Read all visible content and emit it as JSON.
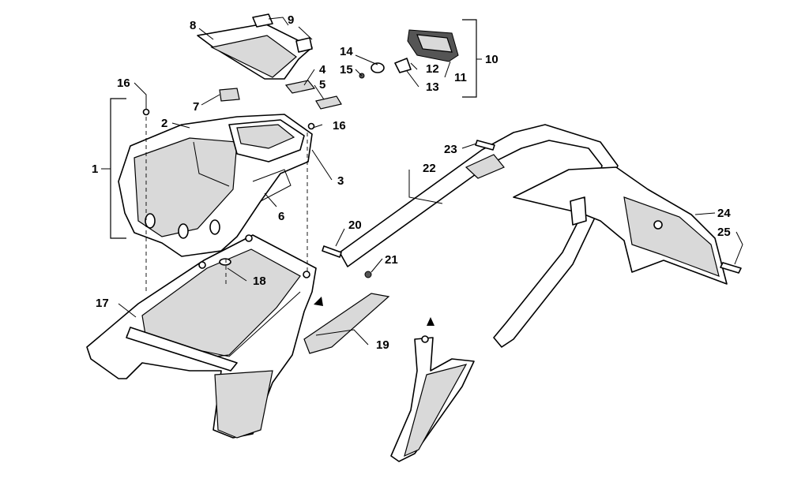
{
  "callouts": [
    "1",
    "2",
    "3",
    "4",
    "5",
    "6",
    "7",
    "8",
    "9",
    "10",
    "11",
    "12",
    "13",
    "14",
    "15",
    "16",
    "16",
    "17",
    "18",
    "19",
    "20",
    "21",
    "22",
    "23",
    "24",
    "25"
  ],
  "colors": {
    "line": "#000000",
    "shading": "#d9d9d9",
    "background": "#ffffff"
  }
}
